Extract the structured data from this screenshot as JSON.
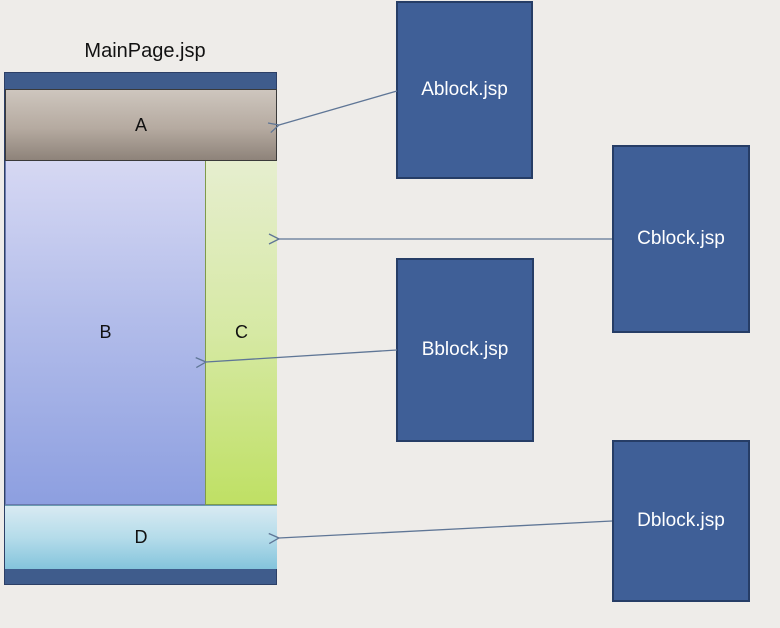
{
  "diagram": {
    "title": "MainPage.jsp",
    "regions": {
      "a": "A",
      "b": "B",
      "c": "C",
      "d": "D"
    },
    "blocks": {
      "a": "Ablock.jsp",
      "b": "Bblock.jsp",
      "c": "Cblock.jsp",
      "d": "Dblock.jsp"
    },
    "colors": {
      "background": "#eeece9",
      "block_fill": "#3f5f97",
      "block_border": "#263d66",
      "frame": "#3f5c8c",
      "arrow": "#5f7696"
    }
  }
}
